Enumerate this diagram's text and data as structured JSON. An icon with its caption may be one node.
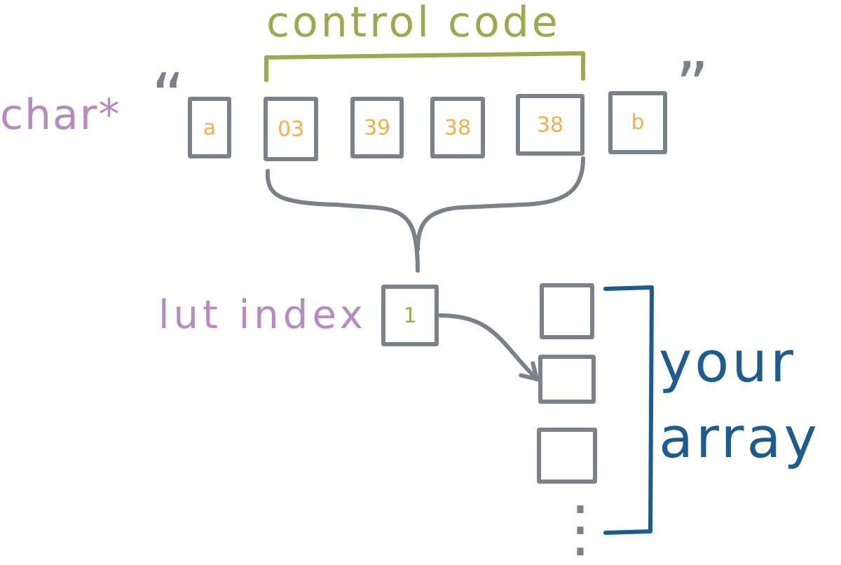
{
  "diagram": {
    "nodes": [
      {
        "text": [
          "a"
        ]
      },
      {
        "text": [
          "03"
        ]
      },
      {
        "text": [
          "39"
        ]
      },
      {
        "text": [
          "38"
        ]
      },
      {
        "text": [
          "38"
        ]
      },
      {
        "text": [
          "b"
        ]
      },
      {
        "text": [
          "1"
        ],
        "beside": [
          "lut index"
        ]
      },
      {
        "text": [],
        "shape": "box"
      },
      {
        "text": [],
        "shape": "box"
      },
      {
        "text": [],
        "shape": "box"
      }
    ],
    "edges": [
      {
        "from": 6,
        "to": 8,
        "arrow": "to"
      }
    ],
    "labels": [
      "control code",
      "char*",
      "“",
      "”",
      "your array",
      "⋮"
    ]
  }
}
